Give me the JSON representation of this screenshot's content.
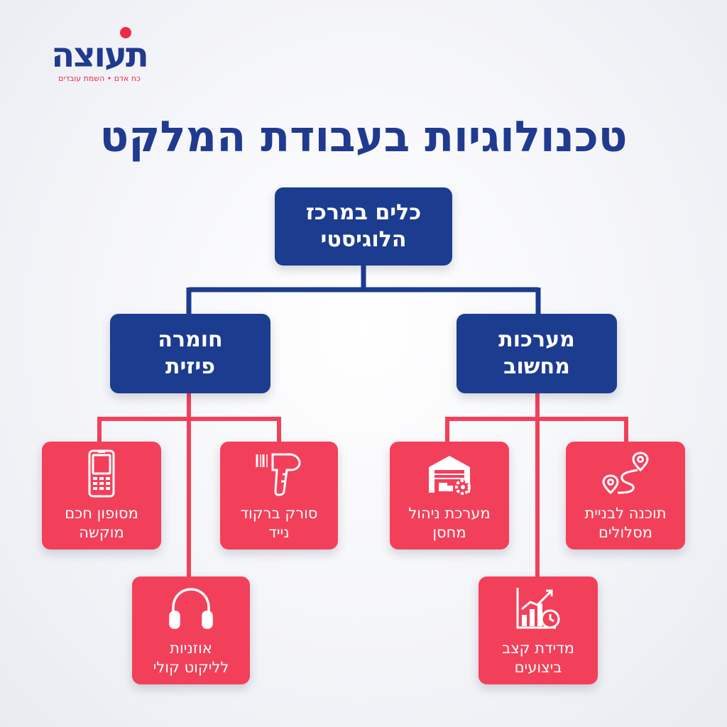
{
  "logo": {
    "word": "תעוצה",
    "tagline": "כח אדם • השמת עובדים"
  },
  "title": "טכנולוגיות בעבודת המלקט",
  "colors": {
    "navy": "#1c3c8f",
    "red": "#f3405a",
    "background": "#f3f4f8"
  },
  "diagram": {
    "root": {
      "label": "כלים במרכז\nהלוגיסטי"
    },
    "branches": [
      {
        "label": "מערכות\nמחשוב",
        "children": [
          {
            "label": "תוכנה לבניית\nמסלולים",
            "icon": "route-pin-icon"
          },
          {
            "label": "מערכת ניהול\nמחסן",
            "icon": "warehouse-gear-icon"
          },
          {
            "label": "מדידת קצב\nביצועים",
            "icon": "chart-clock-icon"
          }
        ]
      },
      {
        "label": "חומרה\nפיזית",
        "children": [
          {
            "label": "סורק ברקוד\nנייד",
            "icon": "barcode-scanner-icon"
          },
          {
            "label": "מסופון חכם\nמוקשה",
            "icon": "rugged-handheld-icon"
          },
          {
            "label": "אוזניות\nלליקוט קולי",
            "icon": "headphones-icon"
          }
        ]
      }
    ]
  }
}
